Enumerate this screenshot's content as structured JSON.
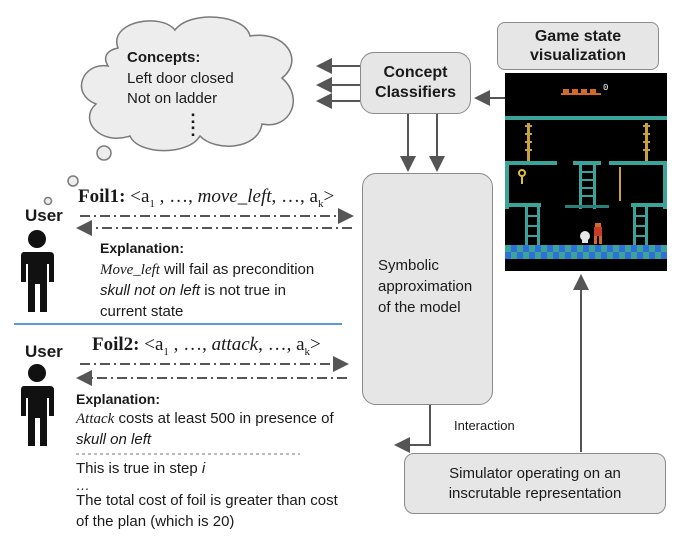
{
  "cloud": {
    "heading": "Concepts:",
    "line1": "Left door closed",
    "line2": "Not on ladder",
    "more": ":"
  },
  "classifier_box": {
    "line1": "Concept",
    "line2": "Classifiers"
  },
  "game_state_box": {
    "line1": "Game state",
    "line2": "visualization"
  },
  "symbolic_box": {
    "line1": "Symbolic",
    "line2": "approximation",
    "line3": "of the model"
  },
  "simulator_box": {
    "line1": "Simulator operating on an",
    "line2": "inscrutable representation"
  },
  "interaction_label": "Interaction",
  "foil1": {
    "user_label": "User",
    "label": "Foil1:",
    "seq_open": "<a",
    "sub1": "1",
    "seq_mid1": " , …, ",
    "action": "move_left",
    "seq_mid2": ", …, a",
    "subk": "k",
    "seq_close": ">",
    "explanation_heading": "Explanation:",
    "exp_action": "Move_left",
    "exp_line1_rest": " will fail as precondition",
    "exp_condition": "skull not on left",
    "exp_line2_rest": " is not true in",
    "exp_line3": "current state"
  },
  "foil2": {
    "user_label": "User",
    "label": "Foil2:",
    "seq_open": "<a",
    "sub1": "1",
    "seq_mid1": " , …, ",
    "action": "attack",
    "seq_mid2": ", …, a",
    "subk": "k",
    "seq_close": ">",
    "explanation_heading": "Explanation:",
    "exp_action": "Attack",
    "exp_line1_rest": " costs at least 500 in presence of",
    "exp_condition": "skull on left",
    "exp_step_prefix": "This is true in step ",
    "exp_step_var": "i",
    "exp_ellipsis": "…",
    "exp_last1": "The total cost of foil is greater than cost",
    "exp_last2": "of the plan (which is 20)"
  },
  "game": {
    "score": "0"
  },
  "colors": {
    "divider": "#5b9bd5",
    "box_fill": "#e6e6e6",
    "game_teal": "#3aa39a",
    "game_floor": "#2f6fd6"
  }
}
